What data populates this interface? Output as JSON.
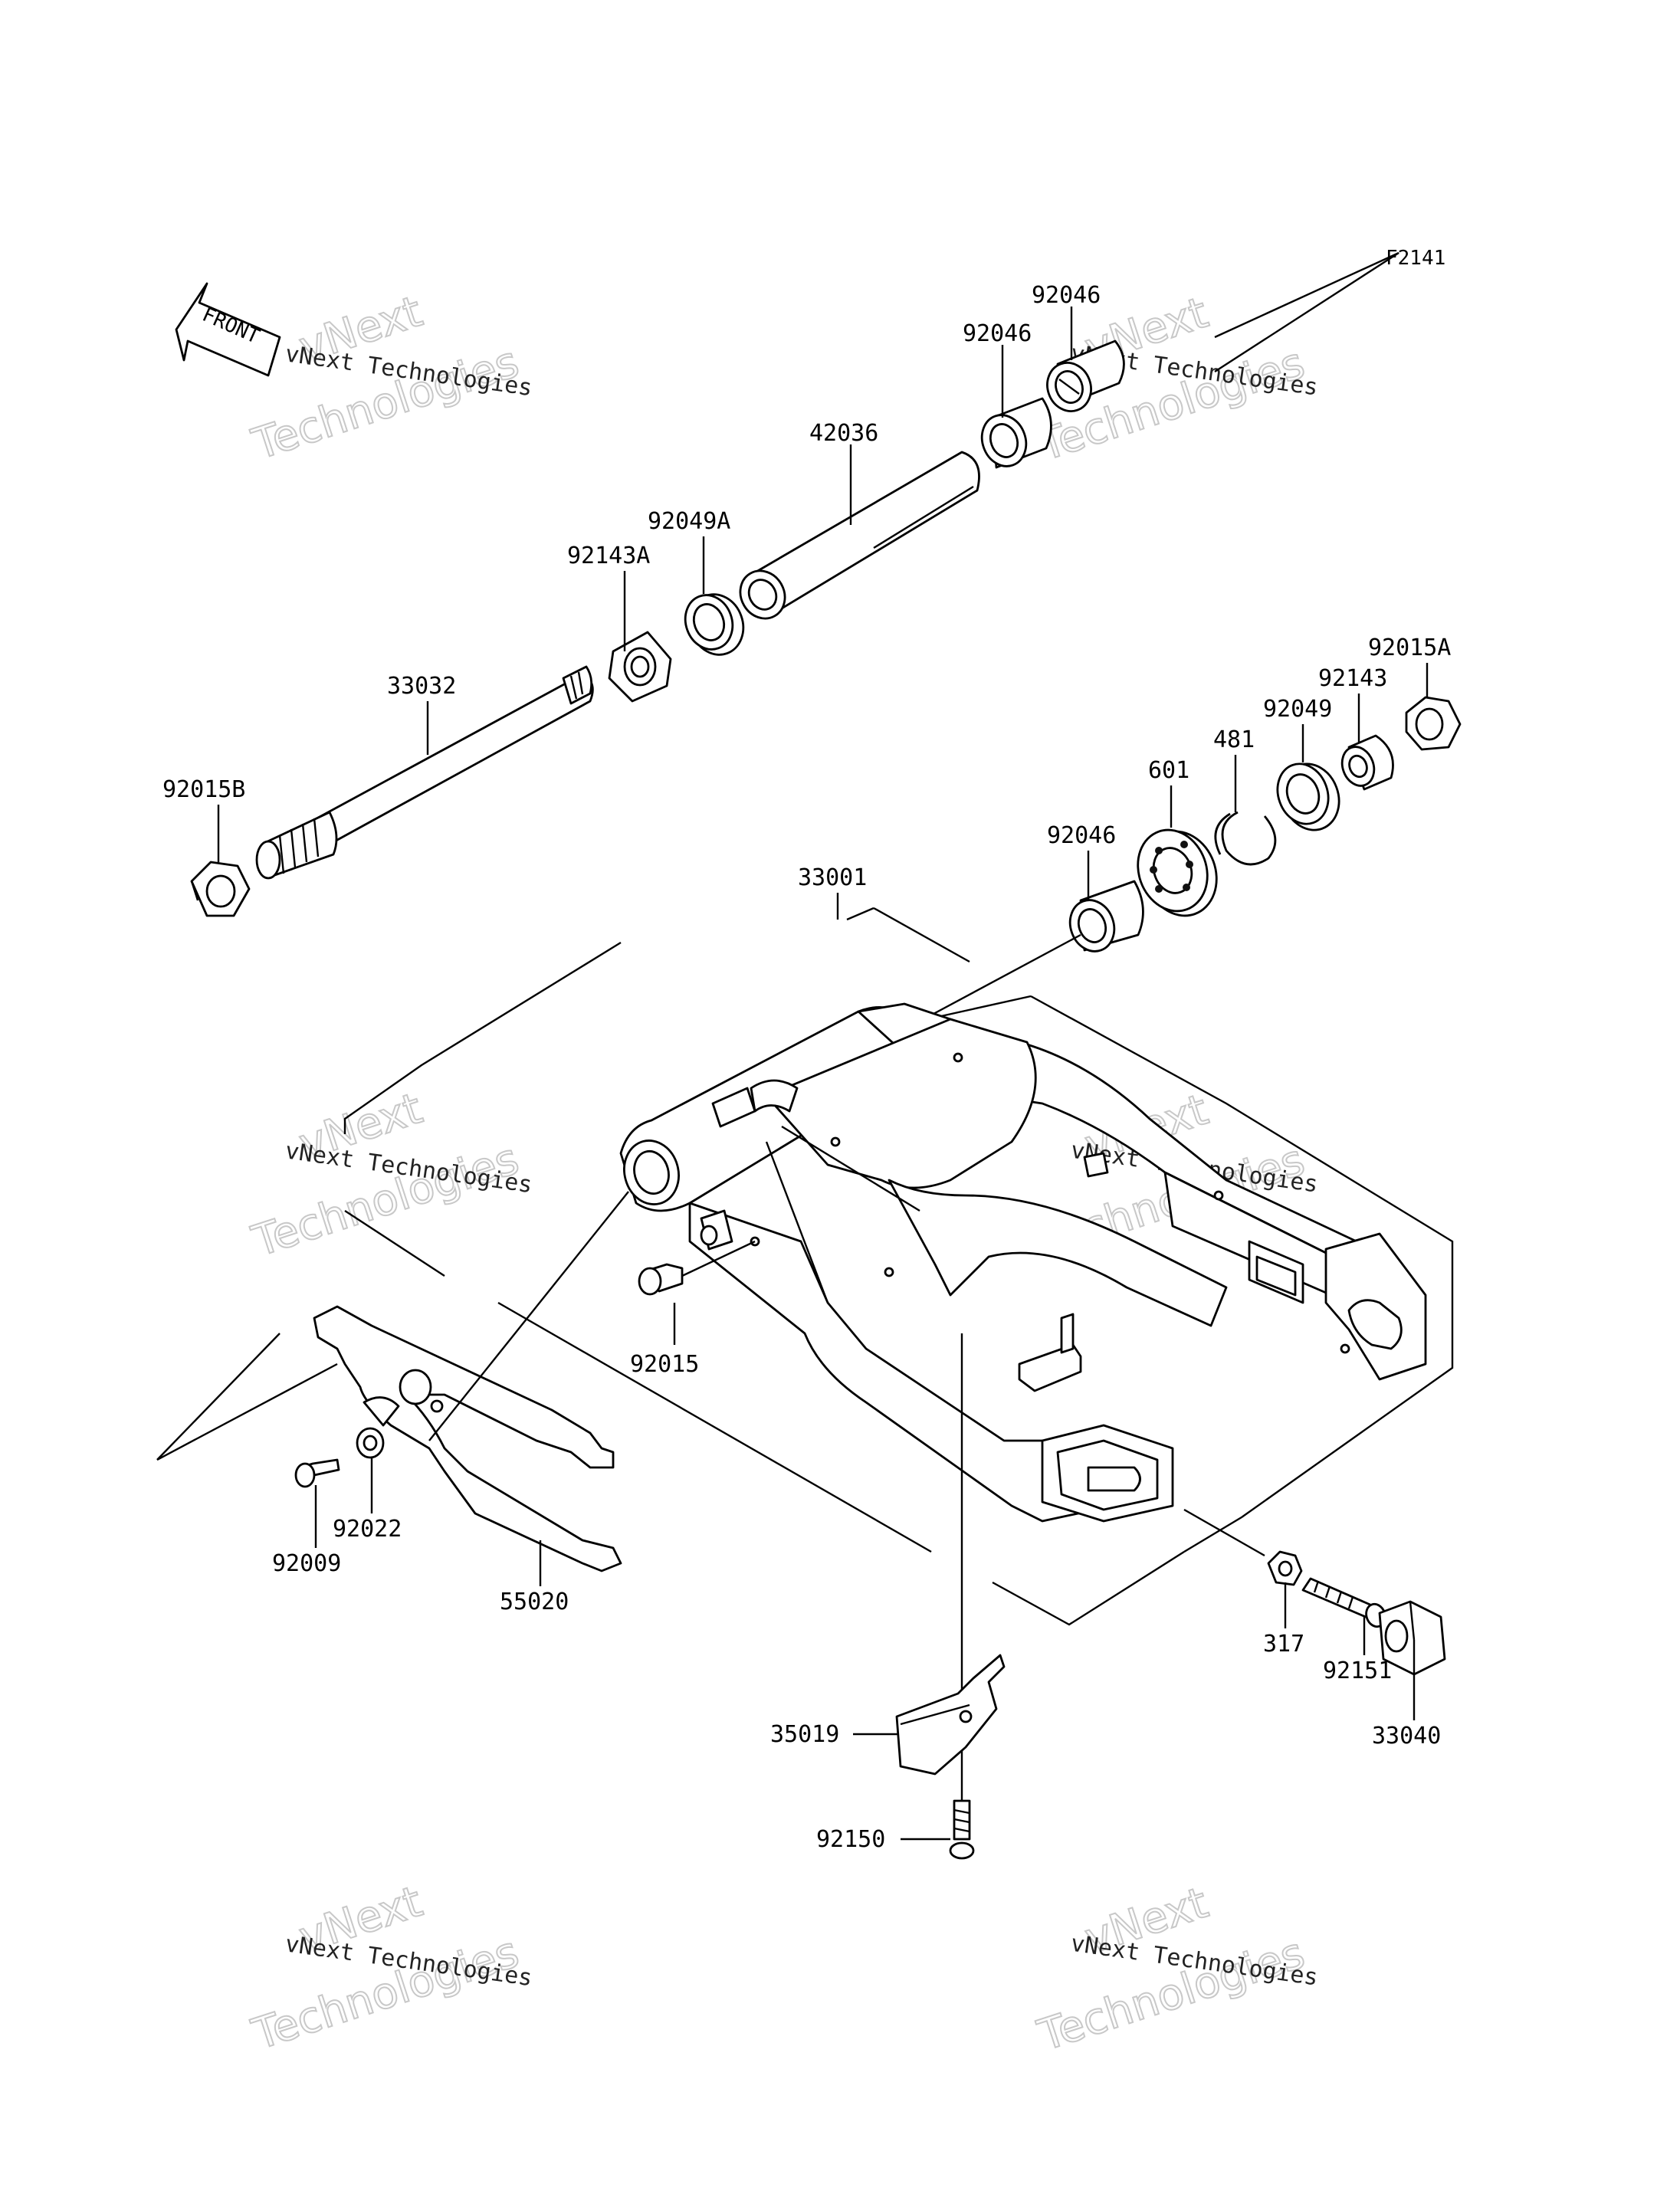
{
  "figure_id": "F2141",
  "front_label": "FRONT",
  "watermark": {
    "line1": "vNext Technologies",
    "line2": "vNext",
    "line3": "Technologies"
  },
  "callouts": [
    {
      "id": "c-92046-a",
      "text": "92046"
    },
    {
      "id": "c-92046-b",
      "text": "92046"
    },
    {
      "id": "c-42036",
      "text": "42036"
    },
    {
      "id": "c-92049a",
      "text": "92049A"
    },
    {
      "id": "c-92143a",
      "text": "92143A"
    },
    {
      "id": "c-33032",
      "text": "33032"
    },
    {
      "id": "c-92015b",
      "text": "92015B"
    },
    {
      "id": "c-92015a",
      "text": "92015A"
    },
    {
      "id": "c-92143",
      "text": "92143"
    },
    {
      "id": "c-92049",
      "text": "92049"
    },
    {
      "id": "c-481",
      "text": "481"
    },
    {
      "id": "c-601",
      "text": "601"
    },
    {
      "id": "c-92046-c",
      "text": "92046"
    },
    {
      "id": "c-33001",
      "text": "33001"
    },
    {
      "id": "c-92015",
      "text": "92015"
    },
    {
      "id": "c-92022",
      "text": "92022"
    },
    {
      "id": "c-92009",
      "text": "92009"
    },
    {
      "id": "c-55020",
      "text": "55020"
    },
    {
      "id": "c-317",
      "text": "317"
    },
    {
      "id": "c-92151",
      "text": "92151"
    },
    {
      "id": "c-33040",
      "text": "33040"
    },
    {
      "id": "c-35019",
      "text": "35019"
    },
    {
      "id": "c-92150",
      "text": "92150"
    }
  ]
}
